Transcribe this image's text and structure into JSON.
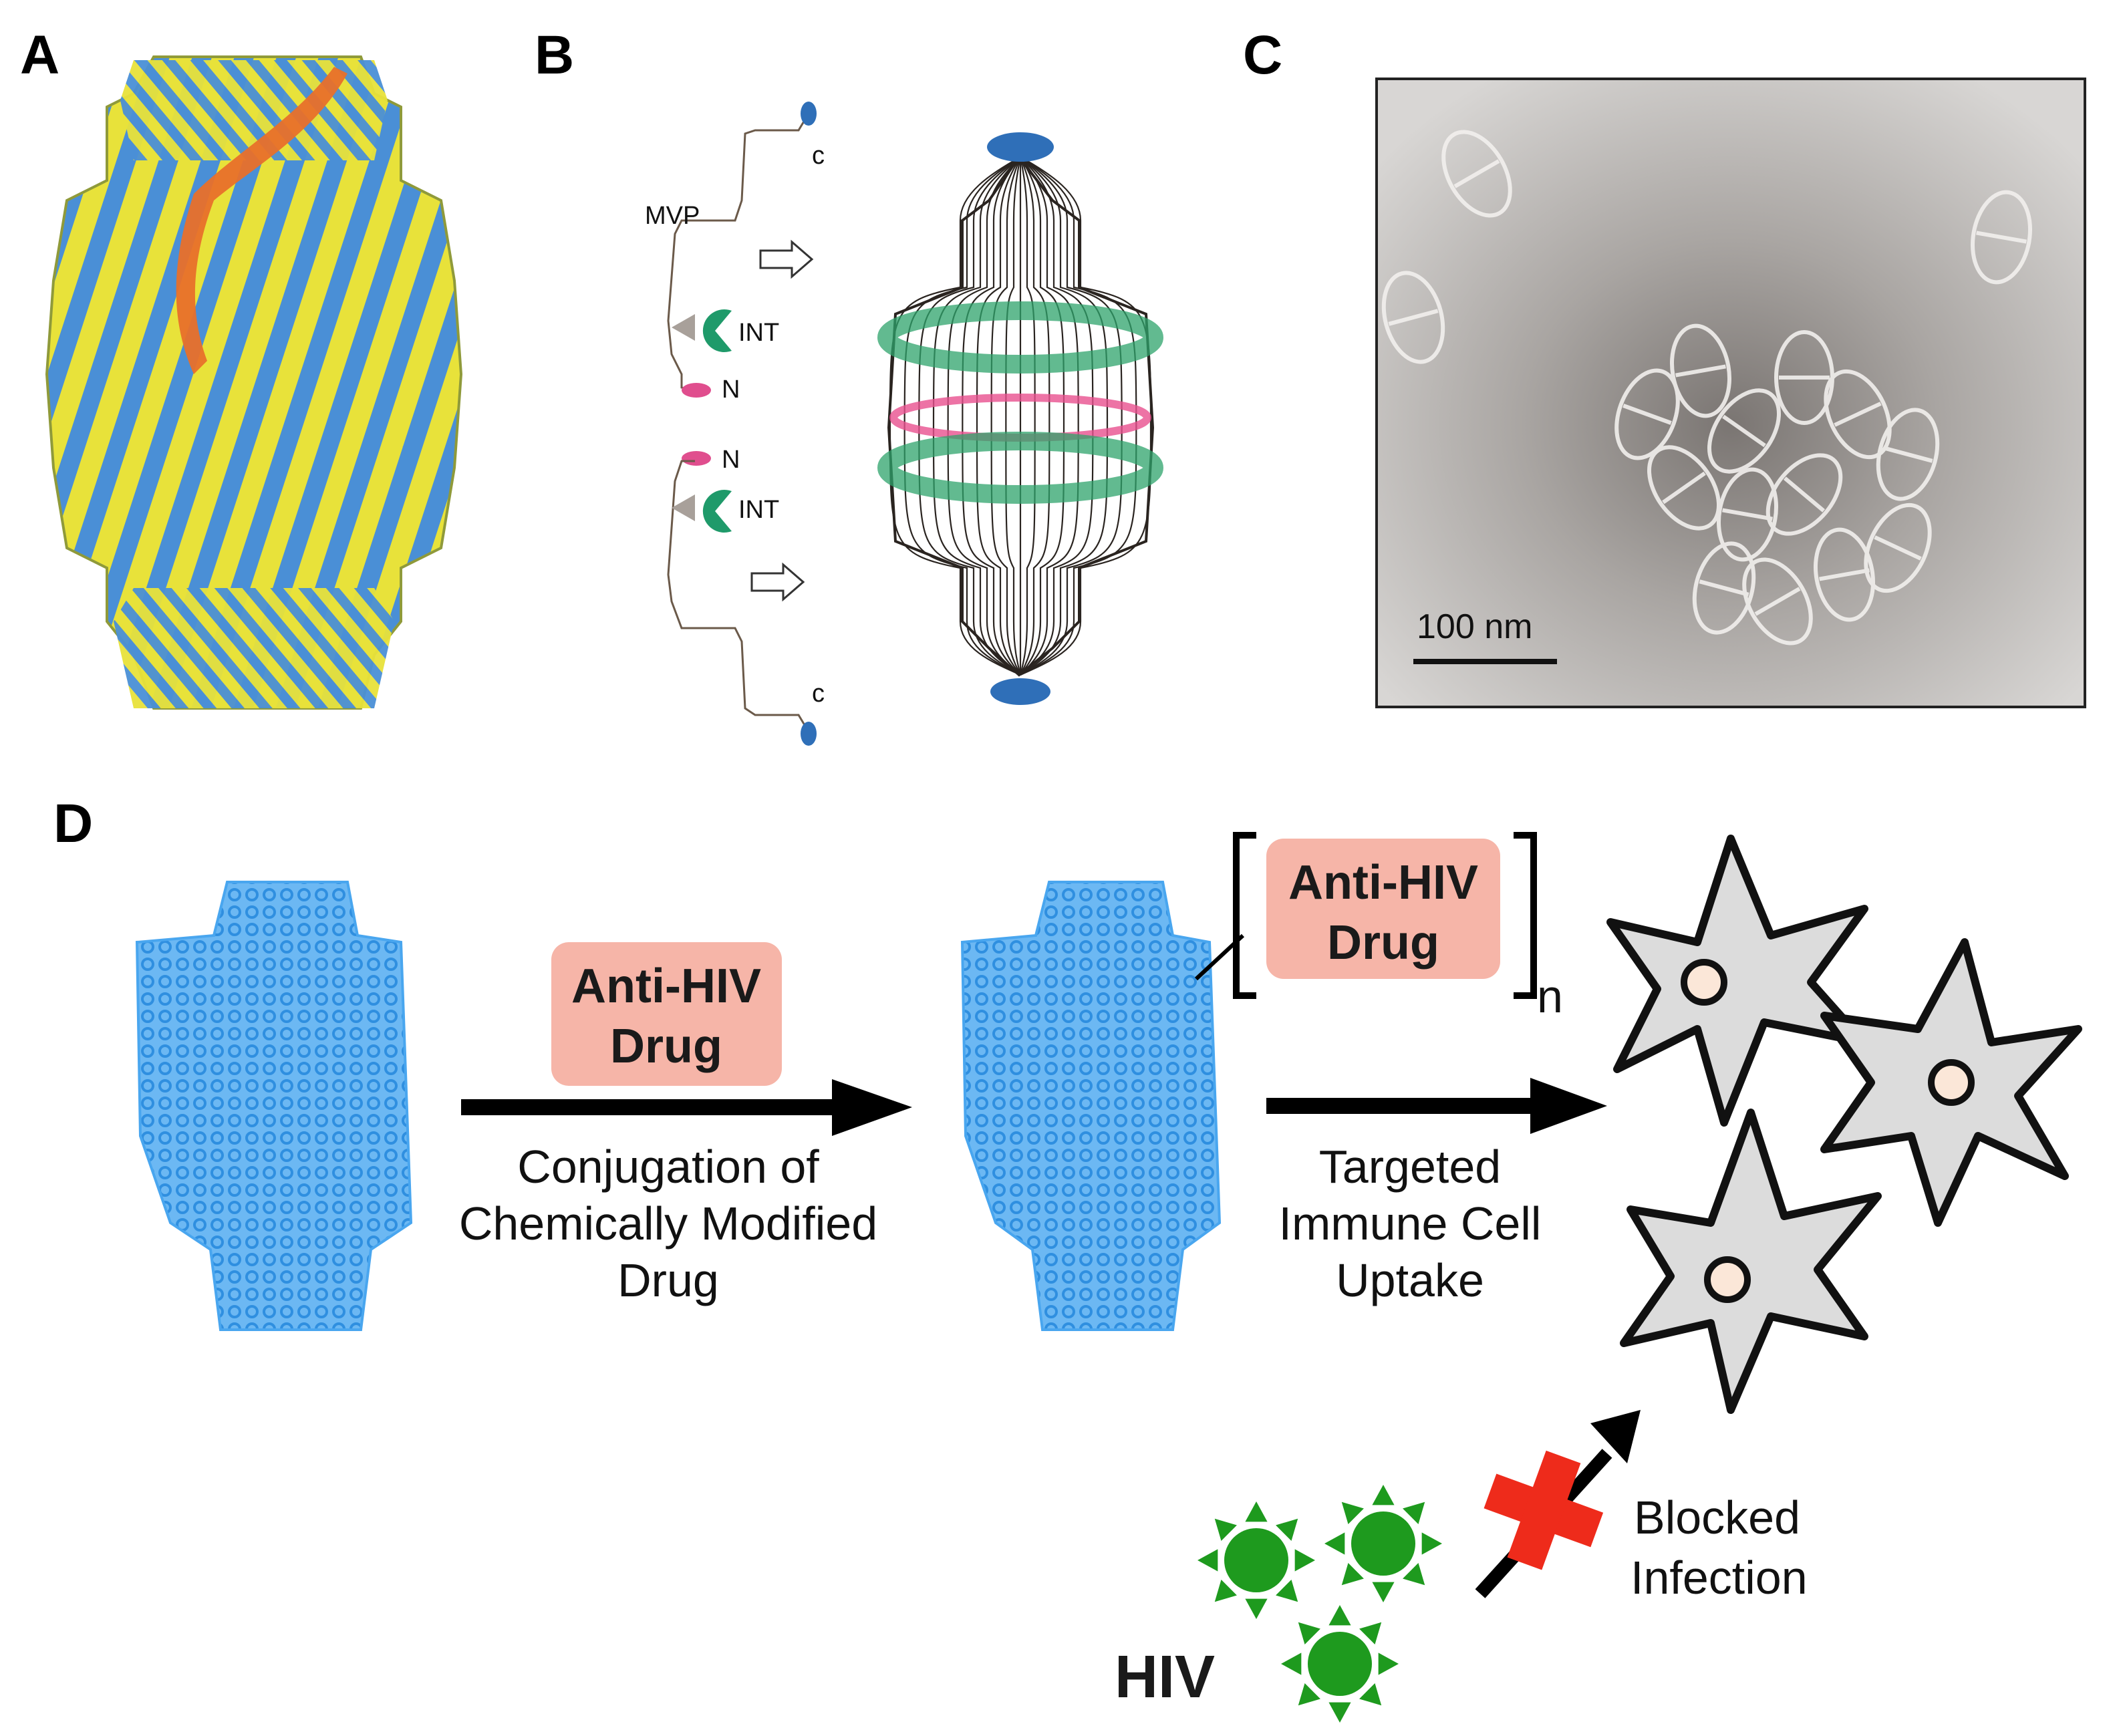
{
  "panels": {
    "a": {
      "letter": "A"
    },
    "b": {
      "letter": "B",
      "labels": {
        "mvp": "MVP",
        "c_top": "c",
        "c_bottom": "c",
        "int_top": "INT",
        "int_bottom": "INT",
        "n_top": "N",
        "n_bottom": "N"
      }
    },
    "c": {
      "letter": "C",
      "scale_bar": "100 nm"
    },
    "d": {
      "letter": "D",
      "drug_box_1": [
        "Anti-HIV",
        "Drug"
      ],
      "drug_box_2": [
        "Anti-HIV",
        "Drug"
      ],
      "subscript": "n",
      "step1": [
        "Conjugation of",
        "Chemically Modified",
        "Drug"
      ],
      "step2": [
        "Targeted",
        "Immune Cell",
        "Uptake"
      ],
      "blocked": [
        "Blocked",
        "Infection"
      ],
      "hiv": "HIV"
    }
  },
  "colors": {
    "vault_yellow": "#e8e23a",
    "vault_blue": "#4a8fd6",
    "vault_orange": "#e8702a",
    "cap_blue": "#2f6fb8",
    "band_green": "#2ea36b",
    "band_pink": "#e8508f",
    "int_green": "#1f9a6a",
    "n_pink": "#e04e8e",
    "drug_box": "#f6b5a8",
    "cell_fill": "#dcdcdc",
    "nucleus": "#fbe7d8",
    "hiv_green": "#1e9a1e",
    "block_red": "#ee2b1b",
    "blue_vault_light": "#49a6ef"
  },
  "icons": [
    "vault-particle-icon",
    "immune-cell-icon",
    "hiv-virion-icon",
    "blocked-cross-icon",
    "arrow-icon"
  ]
}
